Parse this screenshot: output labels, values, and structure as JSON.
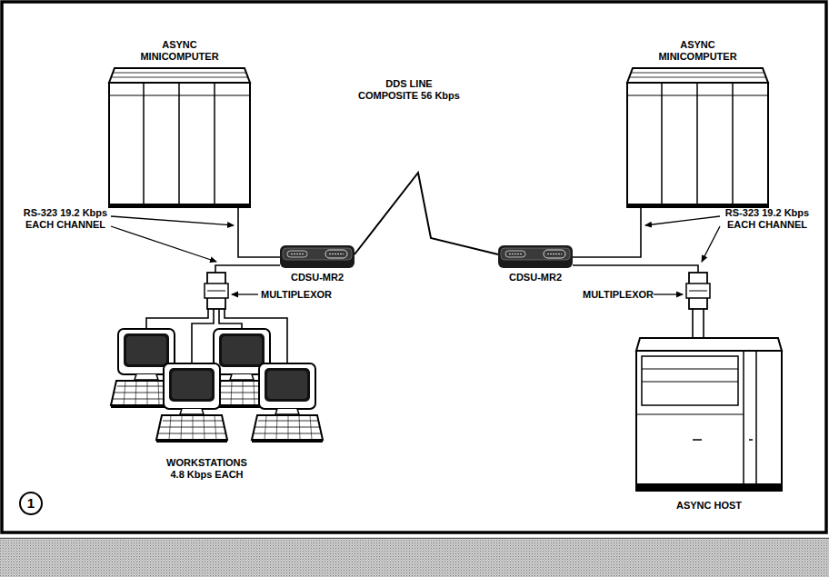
{
  "diagram": {
    "nodes": [
      {
        "text": [
          "ASYNC MINICOMPUTER"
        ]
      },
      {
        "text": [
          "ASYNC MINICOMPUTER"
        ]
      },
      {
        "text": [
          "CDSU-MR2"
        ]
      },
      {
        "text": [
          "CDSU-MR2"
        ]
      },
      {
        "text": [
          "MULTIPLEXOR"
        ]
      },
      {
        "text": [
          "MULTIPLEXOR"
        ]
      },
      {
        "text": [
          "WORKSTATIONS 4.8 Kbps EACH"
        ]
      },
      {
        "text": [
          "ASYNC HOST"
        ]
      }
    ],
    "edges": [
      {
        "from": 0,
        "to": 2,
        "arrow": "none"
      },
      {
        "from": 2,
        "to": 3,
        "label": "DDS LINE COMPOSITE 56 Kbps",
        "arrow": "none"
      },
      {
        "from": 3,
        "to": 1,
        "arrow": "none"
      },
      {
        "from": 2,
        "to": 4,
        "arrow": "none"
      },
      {
        "from": 4,
        "to": 6,
        "arrow": "none"
      },
      {
        "from": 3,
        "to": 5,
        "arrow": "none"
      },
      {
        "from": 5,
        "to": 7,
        "arrow": "none"
      }
    ],
    "labels": [
      "RS-323 19.2 Kbps EACH CHANNEL",
      "RS-323 19.2 Kbps EACH CHANNEL",
      "1"
    ]
  }
}
